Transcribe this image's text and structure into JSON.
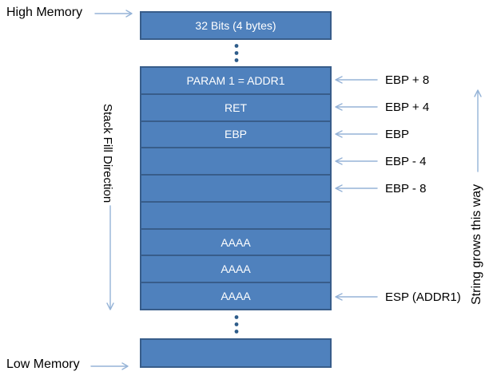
{
  "labels": {
    "high_memory": "High Memory",
    "low_memory": "Low Memory",
    "stack_fill_direction": "Stack Fill Direction",
    "string_growth": "String grows this way",
    "unit_box": "32 Bits (4 bytes)"
  },
  "stack": {
    "rows": [
      {
        "label": "PARAM 1 = ADDR1",
        "pointer": "EBP + 8"
      },
      {
        "label": "RET",
        "pointer": "EBP + 4"
      },
      {
        "label": "EBP",
        "pointer": "EBP"
      },
      {
        "label": "",
        "pointer": "EBP - 4"
      },
      {
        "label": "",
        "pointer": "EBP - 8"
      },
      {
        "label": "",
        "pointer": ""
      },
      {
        "label": "AAAA",
        "pointer": ""
      },
      {
        "label": "AAAA",
        "pointer": ""
      },
      {
        "label": "AAAA",
        "pointer": "ESP (ADDR1)"
      }
    ]
  },
  "colors": {
    "background": "#ffffff",
    "box_fill": "#4f81bd",
    "box_border": "#385d8a",
    "arrow": "#95b3d7",
    "dots": "#2e5c8a",
    "box_text": "#ffffff",
    "label_text": "#000000"
  }
}
